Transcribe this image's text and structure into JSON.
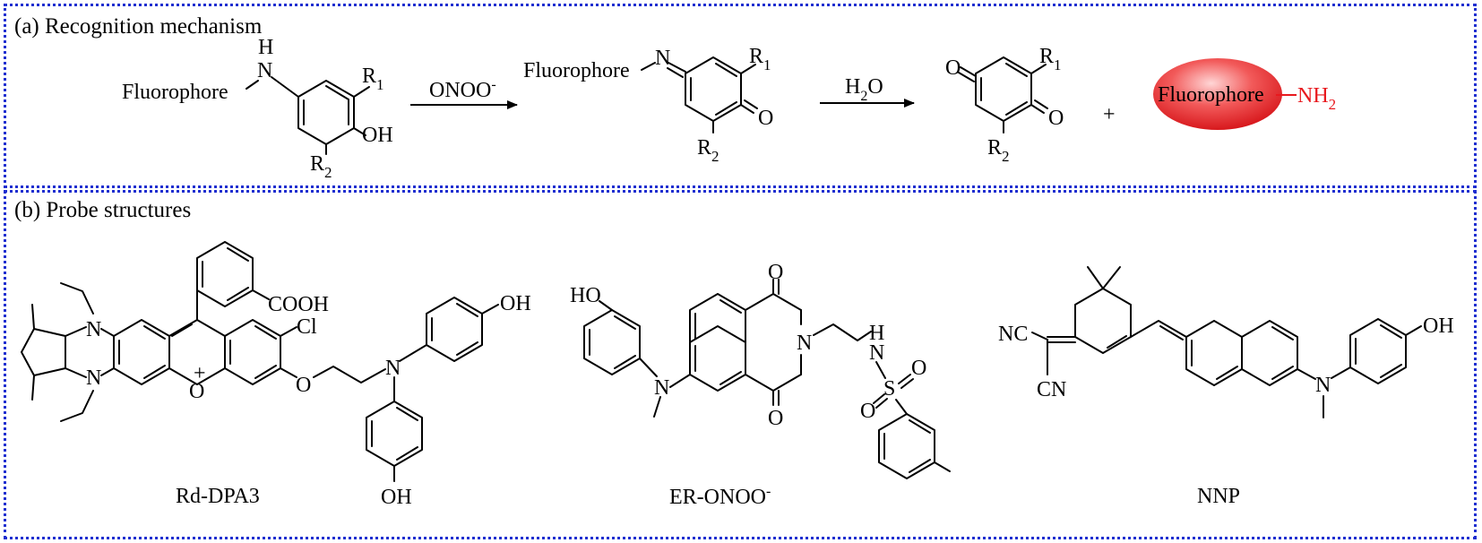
{
  "panel_a": {
    "title": "(a)  Recognition mechanism",
    "fluorophore": "Fluorophore",
    "h": "H",
    "n": "N",
    "oh": "OH",
    "o": "O",
    "r1": "R",
    "r1_sub": "1",
    "r2": "R",
    "r2_sub": "2",
    "reagent1": "ONOO",
    "reagent1_sup": "-",
    "reagent2_h": "H",
    "reagent2_sub": "2",
    "reagent2_o": "O",
    "plus": "+",
    "product_label": "Fluorophore",
    "product_nh": "NH",
    "product_nh_sub": "2",
    "product_dash": "—"
  },
  "panel_b": {
    "title": "(b)  Probe structures",
    "probes": [
      {
        "name": "Rd-DPA3"
      },
      {
        "name": "ER-ONOO",
        "sup": "-"
      },
      {
        "name": "NNP"
      }
    ],
    "labels": {
      "cooh": "COOH",
      "cl": "Cl",
      "n": "N",
      "o": "O",
      "oplus": "+",
      "oh": "OH",
      "ho": "HO",
      "s": "S",
      "h": "H",
      "nc": "NC",
      "cn": "CN"
    }
  },
  "colors": {
    "border": "#1f2fd0",
    "accent_red": "#e8191e",
    "ink": "#000000"
  }
}
